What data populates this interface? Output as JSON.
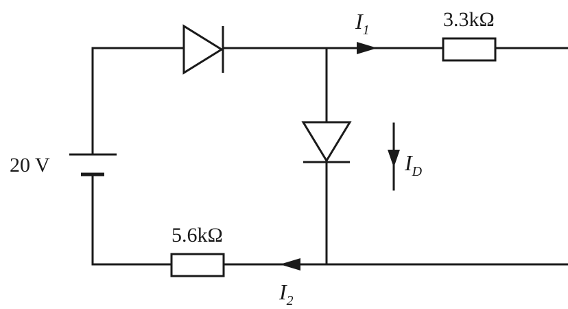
{
  "source": {
    "label": "20 V"
  },
  "resistor_top": {
    "label": "3.3kΩ"
  },
  "resistor_bottom": {
    "label": "5.6kΩ"
  },
  "currents": {
    "i1": {
      "main": "I",
      "sub": "1"
    },
    "i2": {
      "main": "I",
      "sub": "2"
    },
    "id": {
      "main": "I",
      "sub": "D"
    }
  }
}
